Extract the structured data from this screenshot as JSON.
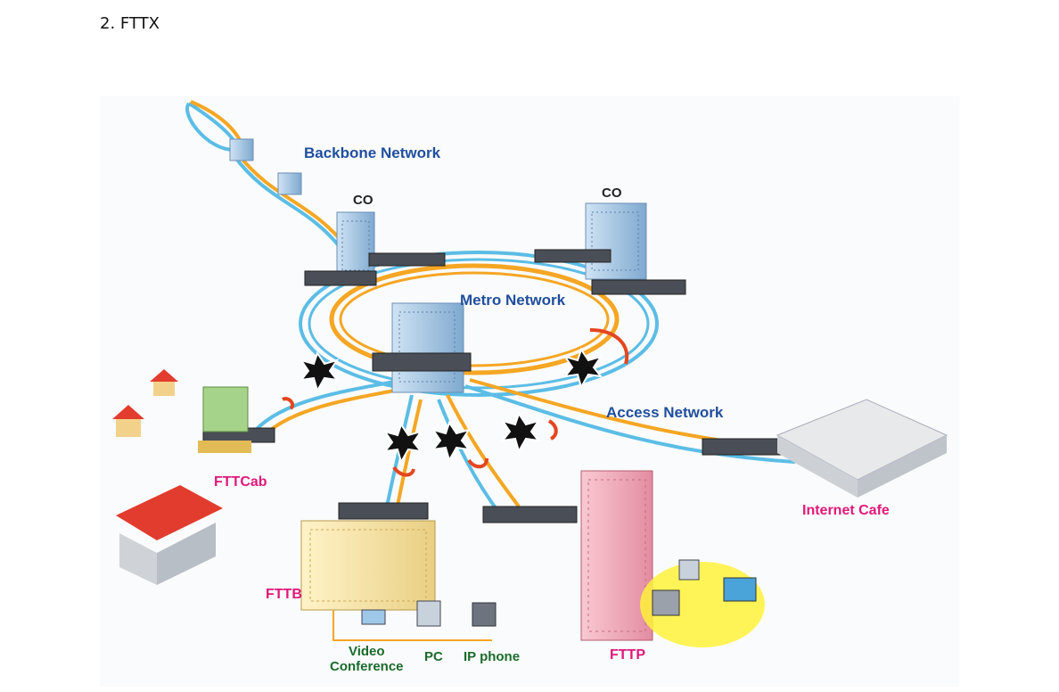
{
  "heading": "2. FTTX",
  "labels": {
    "backbone": "Backbone Network",
    "co_left": "CO",
    "co_right": "CO",
    "metro": "Metro Network",
    "access": "Access Network",
    "fttcab": "FTTCab",
    "fttb": "FTTB",
    "fttp": "FTTP",
    "internet_cafe": "Internet Cafe",
    "video_conference": "Video\nConference",
    "pc": "PC",
    "ip_phone": "IP phone"
  },
  "colors": {
    "fiber_blue": "#5bbde6",
    "fiber_orange": "#f5a623",
    "label_blue": "#1f4e9d",
    "label_pink": "#e0187a",
    "label_green": "#1a6b2b"
  }
}
